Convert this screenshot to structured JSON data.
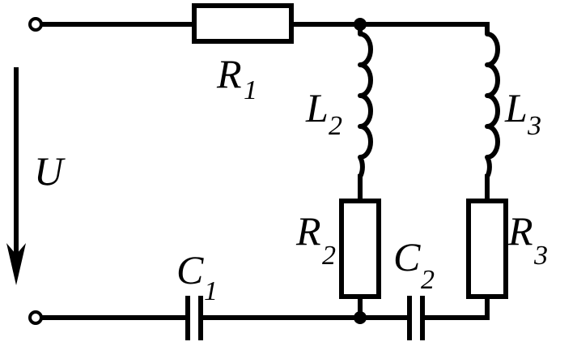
{
  "diagram": {
    "labels": {
      "source": "U",
      "r1_main": "R",
      "r1_sub": "1",
      "l2_main": "L",
      "l2_sub": "2",
      "l3_main": "L",
      "l3_sub": "3",
      "r2_main": "R",
      "r2_sub": "2",
      "r3_main": "R",
      "r3_sub": "3",
      "c1_main": "C",
      "c1_sub": "1",
      "c2_main": "C",
      "c2_sub": "2"
    },
    "colors": {
      "line": "#000000",
      "background": "#ffffff"
    }
  }
}
